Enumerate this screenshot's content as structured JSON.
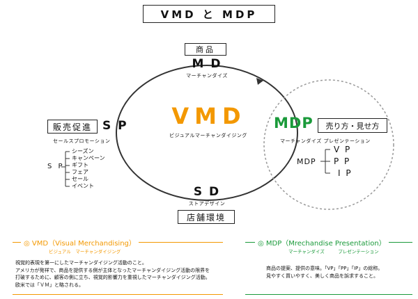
{
  "title": "VMD と MDP",
  "center": {
    "label": "VMD",
    "sub": "ビジュアルマーチャンダイジング"
  },
  "top": {
    "box": "商品",
    "label": "M D",
    "sub": "マーチャンダイズ"
  },
  "left": {
    "box": "販売促進",
    "label": "S P",
    "sub": "セールスプロモーション",
    "list_label": "S P",
    "items": [
      "シーズン",
      "キャンペーン",
      "ギフト",
      "フェア",
      "セール",
      "イベント"
    ]
  },
  "bottom": {
    "box": "店舗環境",
    "label": "S D",
    "sub": "ストアデザイン"
  },
  "right": {
    "label": "MDP",
    "box": "売り方・見せ方",
    "sub": "マーチャンダイズ プレゼンテーション",
    "list_label": "MDP",
    "items": [
      "V P",
      "P P",
      "I P"
    ]
  },
  "panels": [
    {
      "title": "◎ VMD（Visual Merchandising）",
      "sub": "ビジュアル　マーチャンダイジング",
      "color": "#f39800",
      "lines": [
        "視覚的表現を第一にしたマーチャンダイジング活動のこと。",
        "アメリカが発祥で、商品を提供する側が主体となったマーチャンダイジング活動の限界を",
        "打破するために、顧客の側に立ち、視覚的影響力を重視したマーチャンダイジング活動。",
        "欧米では「ＶＭ」と略される。"
      ]
    },
    {
      "title": "◎ MDP（Mrechandise Presentation）",
      "sub": "マーチャンダイズ　　　プレゼンテーション",
      "color": "#1a9a3a",
      "lines": [
        "商品の提案、提供の意味。「VP」「PP」「IP」の総称。",
        "見やすく買いやすく、美しく商品を訴求すること。"
      ]
    }
  ],
  "colors": {
    "orange": "#f39800",
    "green": "#1a9a3a",
    "line": "#333333",
    "dashed": "#999999"
  }
}
